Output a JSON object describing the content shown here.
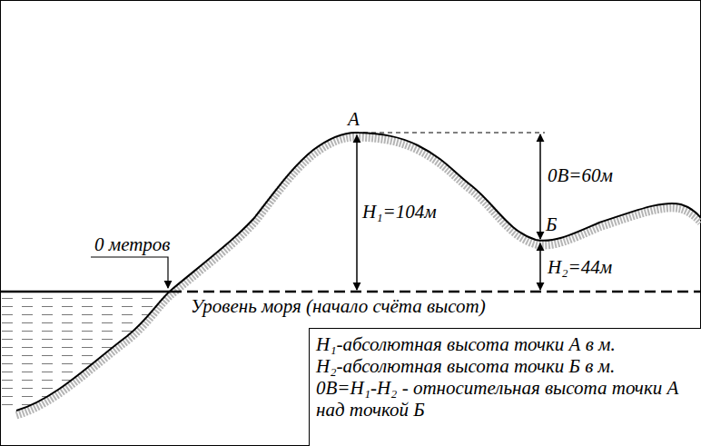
{
  "diagram": {
    "nodes": [
      {
        "text": [
          "H₁-абсолютная высота точки А в м.",
          "H₂-абсолютная высота точки Б в м.",
          "0В=H₁-H₂ - относительная высота точки А над точкой Б"
        ]
      }
    ],
    "labels": [
      "А",
      "H₁=104м",
      "0В=60м",
      "Б",
      "H₂=44м",
      "0 метров",
      "Уровень моря (начало счёта высот)"
    ]
  }
}
